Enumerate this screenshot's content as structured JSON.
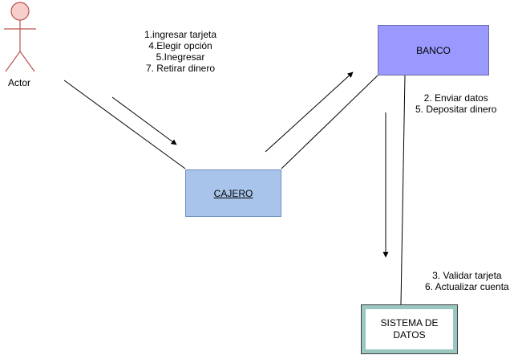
{
  "actor": {
    "label": "Actor"
  },
  "nodes": {
    "cajero": {
      "label": "CAJERO"
    },
    "banco": {
      "label": "BANCO"
    },
    "sistema": {
      "label_line1": "SISTEMA DE",
      "label_line2": "DATOS"
    }
  },
  "messages": {
    "actor_to_cajero": [
      "1.ingresar tarjeta",
      "4.Elegir opción",
      "5.Inegresar",
      "7. Retirar dinero"
    ],
    "cajero_to_banco": [
      "2. Enviar datos",
      "5. Depositar dinero"
    ],
    "banco_to_sistema": [
      "3. Validar tarjeta",
      "6. Actualizar cuenta"
    ]
  },
  "colors": {
    "cajero_fill": "#a9c4eb",
    "cajero_border": "#6c8ebf",
    "banco_fill": "#9999ff",
    "sistema_outer": "#9ac7bf",
    "actor_fill": "#f8cecc",
    "actor_stroke": "#b85450",
    "line": "#000000"
  }
}
